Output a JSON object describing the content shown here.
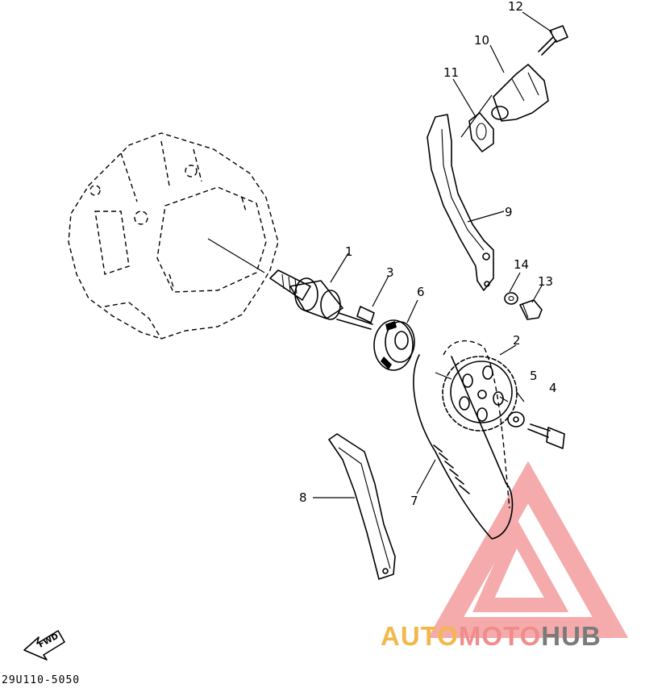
{
  "diagram": {
    "part_numbers": {
      "p1": "1",
      "p2": "2",
      "p3": "3",
      "p4": "4",
      "p5": "5",
      "p6": "6",
      "p7": "7",
      "p8": "8",
      "p9": "9",
      "p10": "10",
      "p11": "11",
      "p12": "12",
      "p13": "13",
      "p14": "14"
    },
    "direction_label": "FWD",
    "drawing_code": "29U110-5050"
  },
  "watermark": {
    "part1": "AUTO",
    "part2": "MOTO",
    "part3": "HUB",
    "colors": {
      "auto": "#f2b84a",
      "moto": "#f08c8c",
      "hub": "#7a7a7a",
      "logo": "#f4a3a3"
    }
  }
}
